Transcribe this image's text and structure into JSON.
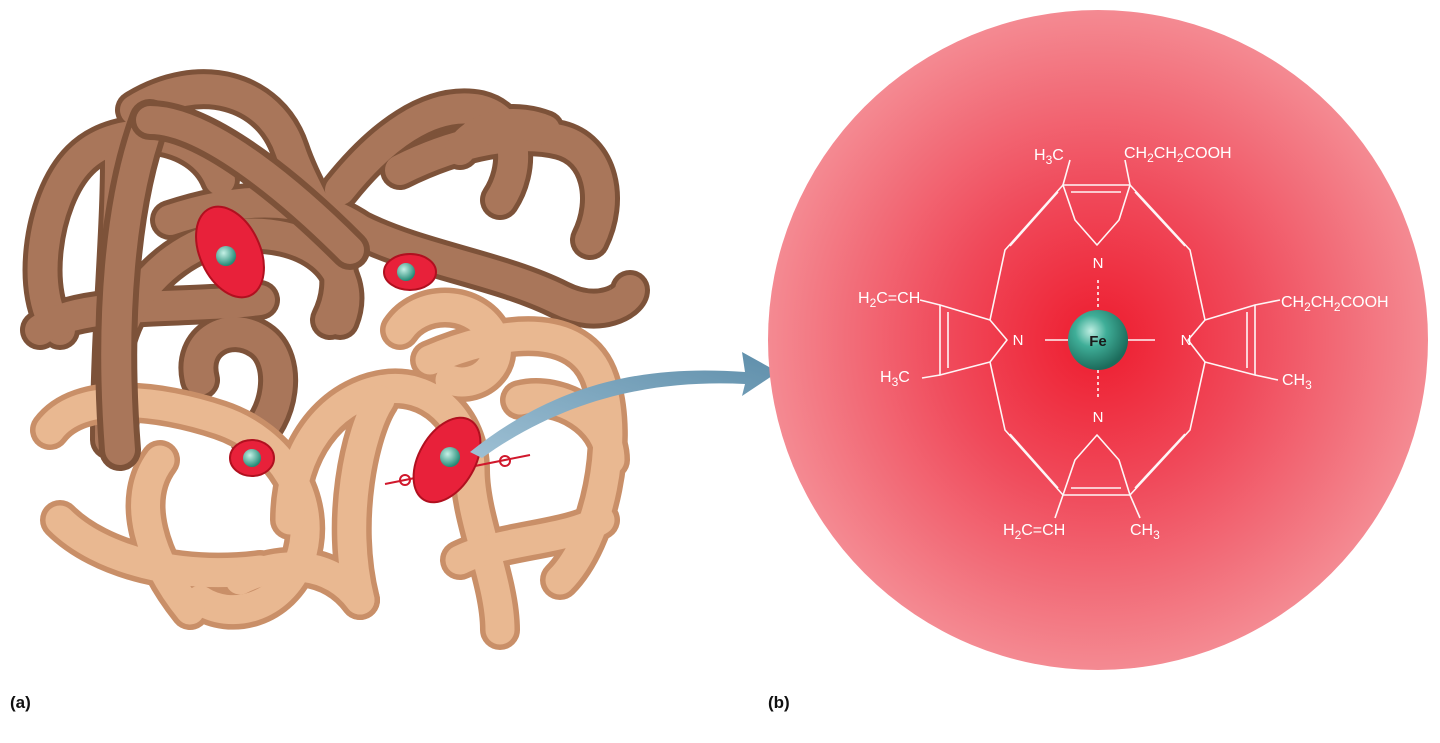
{
  "panels": {
    "a": {
      "label": "(a)"
    },
    "b": {
      "label": "(b)"
    }
  },
  "heme": {
    "metal": "Fe",
    "nitrogen": "N",
    "substituents": {
      "top_left": {
        "main": "H",
        "sub": "3",
        "tail": "C"
      },
      "top_right": {
        "a": "CH",
        "a_sub": "2",
        "b": "CH",
        "b_sub": "2",
        "c": "COOH"
      },
      "left_upper": {
        "a": "H",
        "a_sub": "2",
        "b": "C=CH"
      },
      "left_lower": {
        "main": "H",
        "sub": "3",
        "tail": "C"
      },
      "right_upper": {
        "a": "CH",
        "a_sub": "2",
        "b": "CH",
        "b_sub": "2",
        "c": "COOH"
      },
      "right_lower": {
        "main": "CH",
        "sub": "3"
      },
      "bottom_left": {
        "a": "H",
        "a_sub": "2",
        "b": "C=CH"
      },
      "bottom_right": {
        "main": "CH",
        "sub": "3"
      }
    }
  },
  "colors": {
    "protein_dark": "#9b6a4e",
    "protein_light": "#e2b08a",
    "heme_red": "#e8213a",
    "iron_teal": "#2f9a86",
    "arrow_blue": "#6f9bb6",
    "circle_edge": "#f07a86"
  }
}
